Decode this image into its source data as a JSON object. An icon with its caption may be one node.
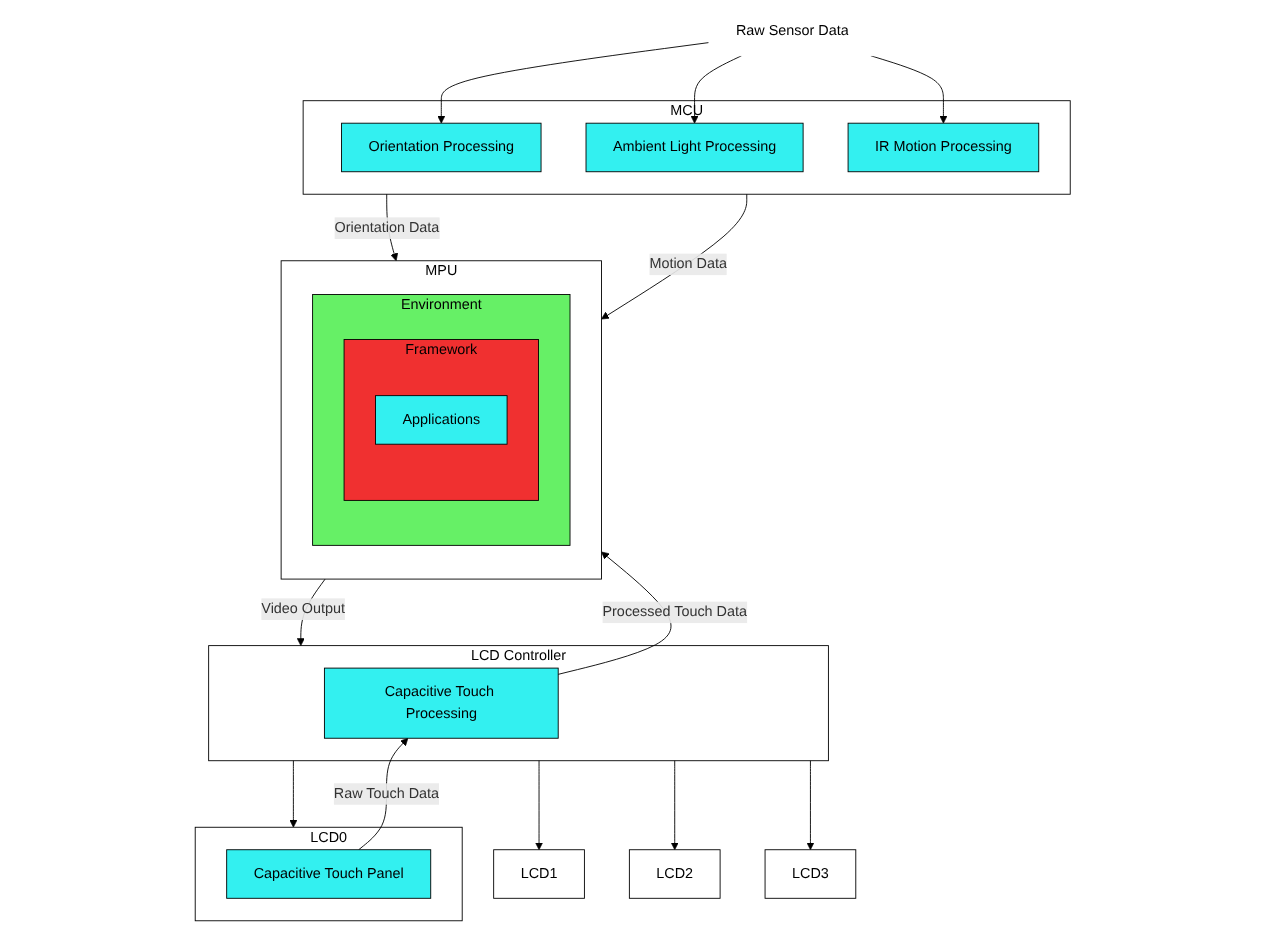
{
  "diagram": {
    "nodes": [
      {
        "text": [
          "Raw Sensor Data"
        ]
      },
      {
        "text": [
          "MCU"
        ]
      },
      {
        "text": [
          "Orientation Processing"
        ],
        "in": 1
      },
      {
        "text": [
          "Ambient Light Processing"
        ],
        "in": 1
      },
      {
        "text": [
          "IR Motion Processing"
        ],
        "in": 1
      },
      {
        "text": [
          "MPU"
        ]
      },
      {
        "text": [
          "Environment"
        ],
        "in": 5
      },
      {
        "text": [
          "Framework"
        ],
        "in": 6
      },
      {
        "text": [
          "Applications"
        ],
        "in": 7
      },
      {
        "text": [
          "LCD Controller"
        ]
      },
      {
        "text": [
          "Capacitive Touch Processing"
        ],
        "in": 9
      },
      {
        "text": [
          "LCD0"
        ]
      },
      {
        "text": [
          "Capacitive Touch Panel"
        ],
        "in": 11
      },
      {
        "text": [
          "LCD1"
        ]
      },
      {
        "text": [
          "LCD2"
        ]
      },
      {
        "text": [
          "LCD3"
        ]
      }
    ],
    "edges": [
      {
        "from": 0,
        "to": 2,
        "arrow": "to"
      },
      {
        "from": 0,
        "to": 3,
        "arrow": "to"
      },
      {
        "from": 0,
        "to": 4,
        "arrow": "to"
      },
      {
        "from": 1,
        "to": 5,
        "arrow": "to",
        "label": "Orientation Data"
      },
      {
        "from": 1,
        "to": 5,
        "arrow": "to",
        "label": "Motion Data"
      },
      {
        "from": 10,
        "to": 5,
        "arrow": "to",
        "label": "Processed Touch Data"
      },
      {
        "from": 12,
        "to": 10,
        "arrow": "to",
        "label": "Raw Touch Data"
      },
      {
        "from": 5,
        "to": 9,
        "arrow": "to",
        "label": "Video Output"
      },
      {
        "from": 9,
        "to": 11,
        "arrow": "to"
      },
      {
        "from": 9,
        "to": 13,
        "arrow": "to"
      },
      {
        "from": 9,
        "to": 14,
        "arrow": "to"
      },
      {
        "from": 9,
        "to": 15,
        "arrow": "to"
      }
    ]
  }
}
